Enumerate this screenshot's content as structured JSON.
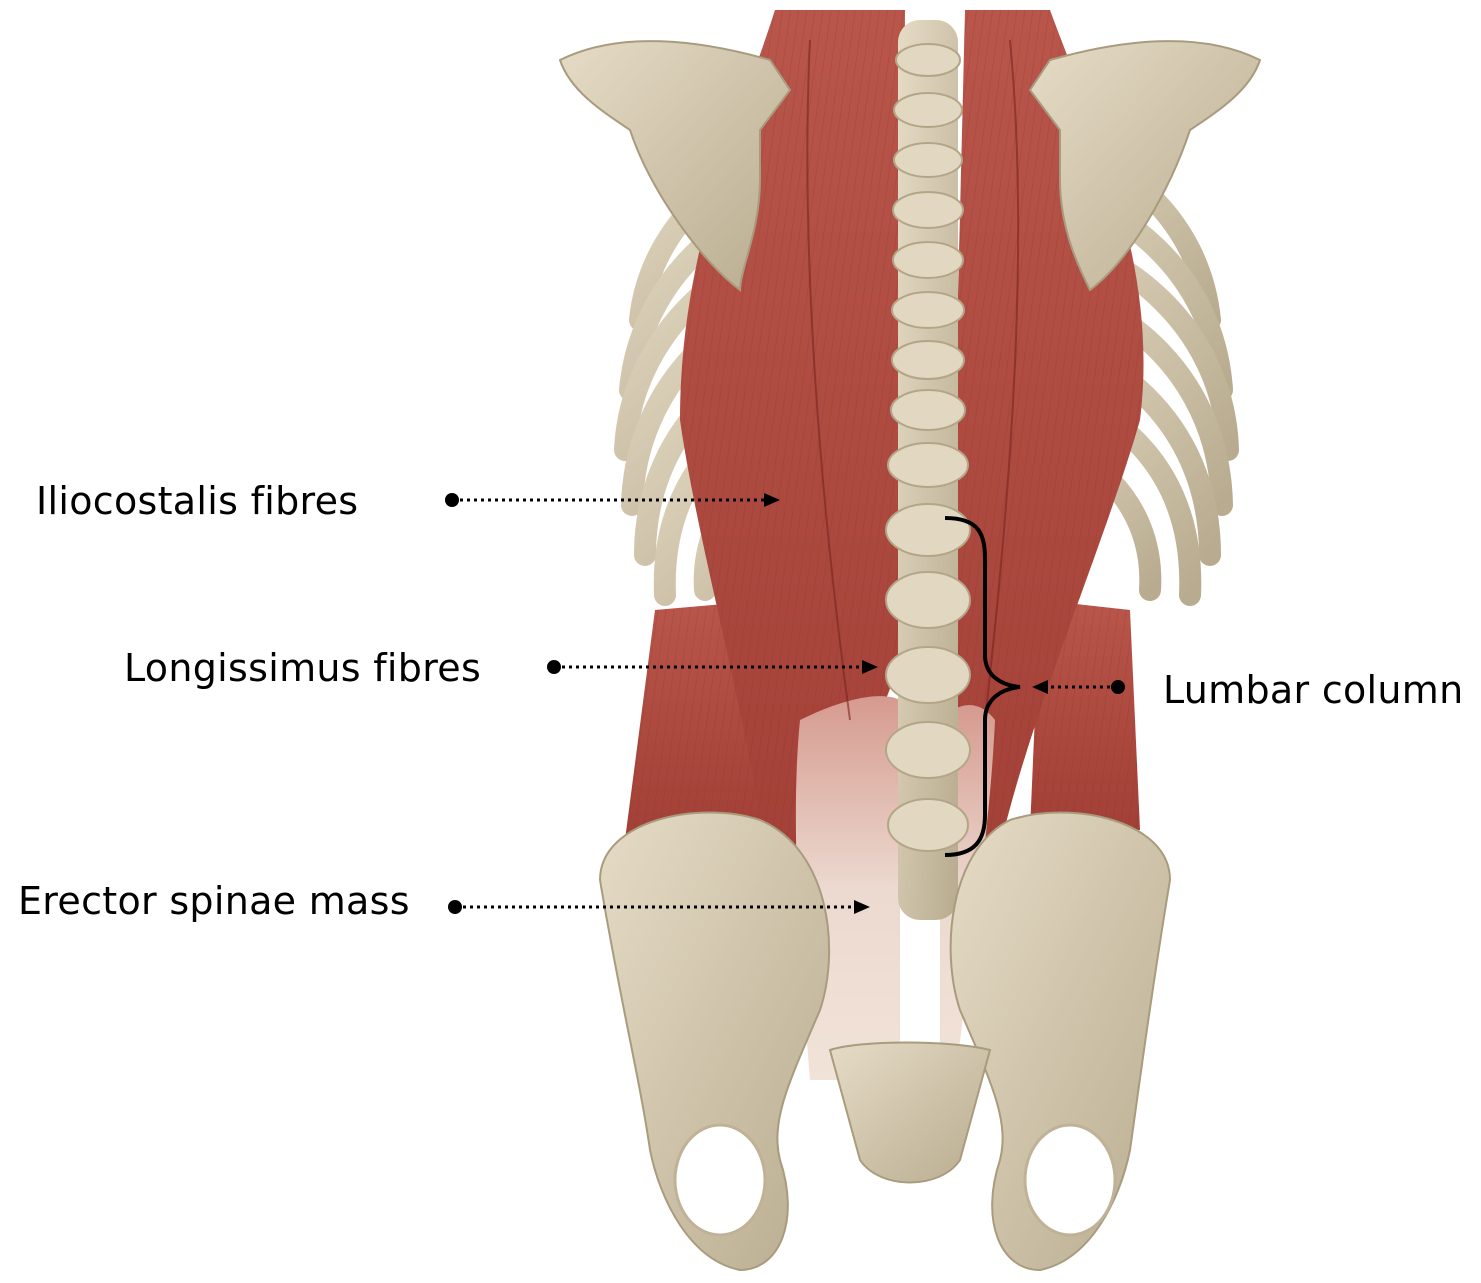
{
  "labels": {
    "iliocostalis": "Iliocostalis fibres",
    "longissimus": "Longissimus fibres",
    "erector": "Erector spinae mass",
    "lumbar": "Lumbar column"
  },
  "colors": {
    "bone": "#d9ceb8",
    "bone_shadow": "#b7aa8e",
    "muscle": "#b04a40",
    "muscle_dark": "#8a2f28",
    "muscle_light": "#d07a6e",
    "tendon": "#ead8cc",
    "annotation": "#000000"
  }
}
